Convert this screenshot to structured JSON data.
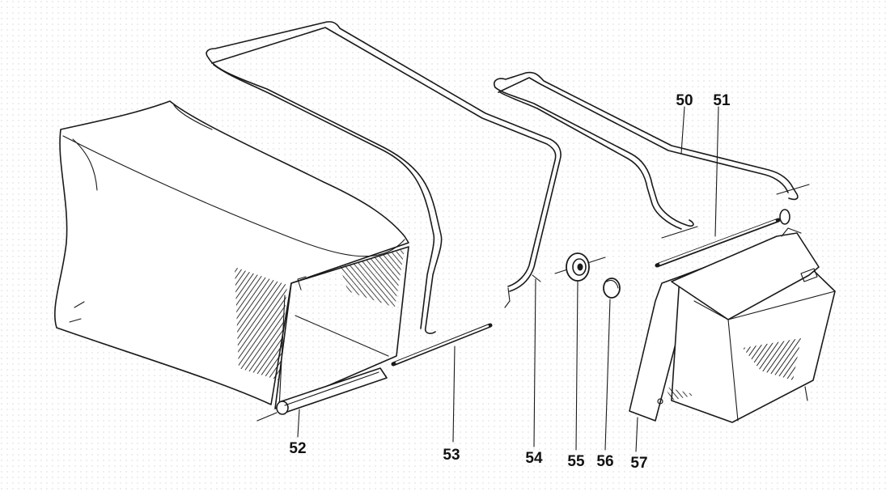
{
  "parts": [
    {
      "id": "catcher-bag",
      "label": ""
    },
    {
      "id": "bag-frame",
      "label": "54"
    },
    {
      "id": "handle-wire",
      "label": "50"
    },
    {
      "id": "axle-rod",
      "label": "51"
    },
    {
      "id": "hinge-tube",
      "label": "52"
    },
    {
      "id": "pin-rod",
      "label": "53"
    },
    {
      "id": "bushing",
      "label": "55"
    },
    {
      "id": "cap",
      "label": "56"
    },
    {
      "id": "chute-flap",
      "label": "57"
    }
  ],
  "colors": {
    "ink": "#1a1a1a",
    "paper": "#ffffff"
  }
}
